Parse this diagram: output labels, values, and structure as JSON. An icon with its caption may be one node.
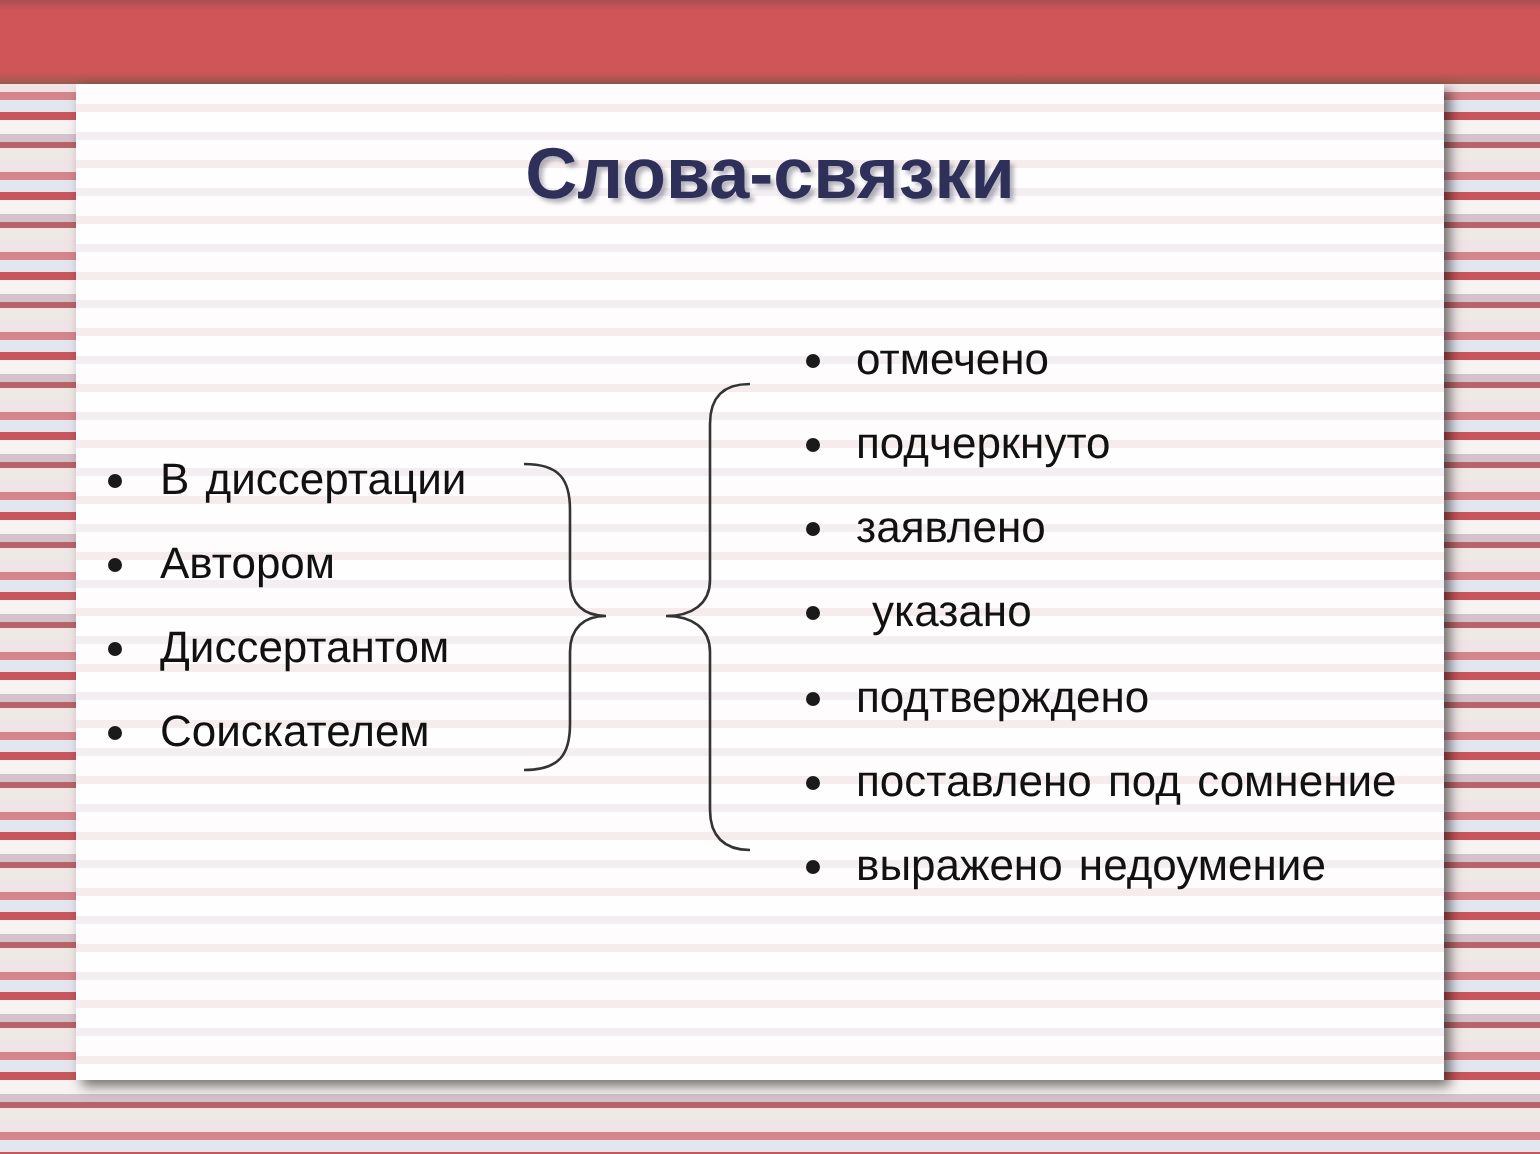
{
  "diagram": {
    "title": "Слова-связки",
    "labels": [
      "В диссертации",
      "Автором",
      "Диссертантом",
      "Соискателем",
      "отмечено",
      "подчеркнуто",
      "заявлено",
      "указано",
      "подтверждено",
      "поставлено под сомнение",
      "выражено недоумение"
    ]
  }
}
